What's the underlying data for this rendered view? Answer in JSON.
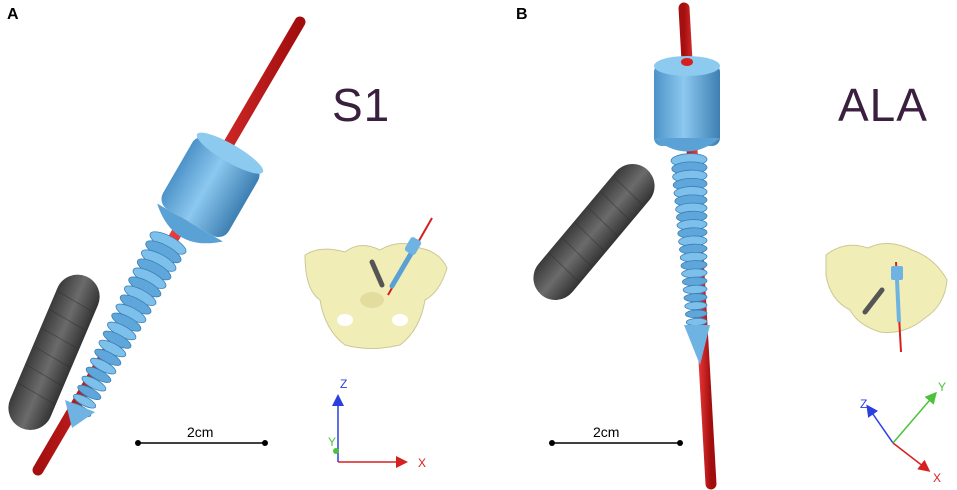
{
  "panels": [
    {
      "letter": "A",
      "label": "S1",
      "scale_label": "2cm",
      "axes": {
        "z": "Z",
        "y": "Y",
        "x": "X"
      }
    },
    {
      "letter": "B",
      "label": "ALA",
      "scale_label": "2cm",
      "axes": {
        "z": "Z",
        "y": "Y",
        "x": "X"
      }
    }
  ],
  "colors": {
    "rod": "#d81f1f",
    "screw": "#6fb3e2",
    "screw_dark": "#3b7fb3",
    "implant_gray": "#4d4d4d",
    "bone": "#f0ecb0",
    "axis_x": "#d62020",
    "axis_y": "#4cc23a",
    "axis_z": "#2a3fe0",
    "label_text": "#3a1f3f"
  }
}
